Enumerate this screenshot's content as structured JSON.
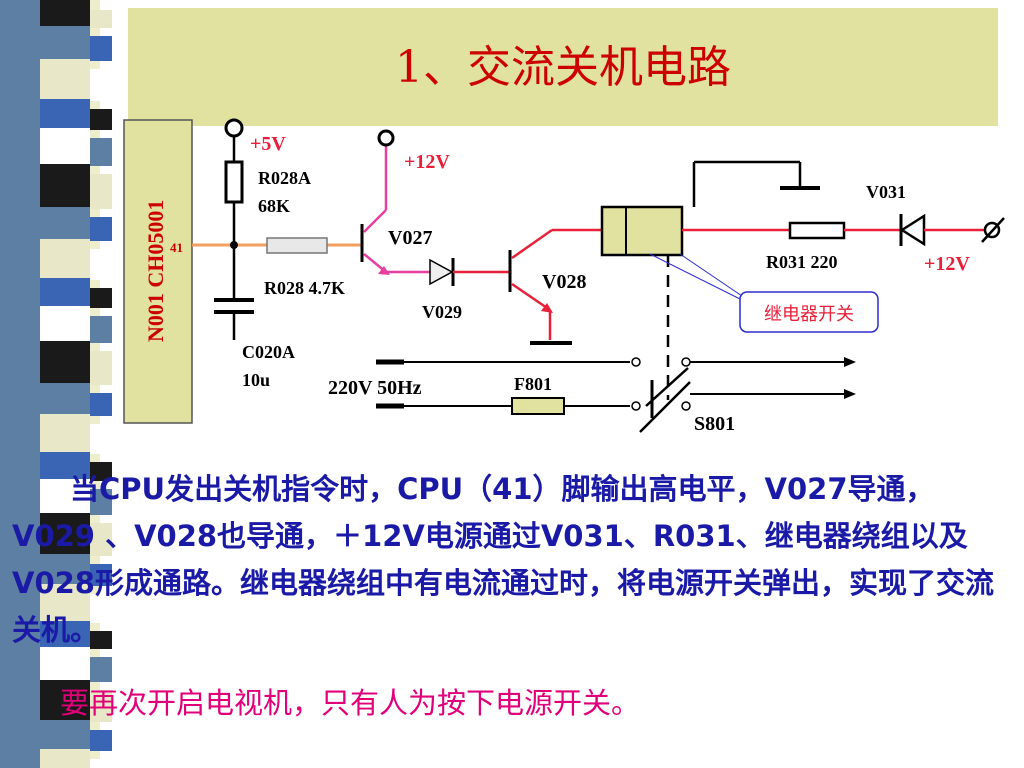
{
  "title": "1、交流关机电路",
  "chip_label": "N001  CH05001",
  "pin_label": "41",
  "components": {
    "plus5v": "+5V",
    "plus12v_top": "+12V",
    "r028a_name": "R028A",
    "r028a_value": "68K",
    "r028": "R028  4.7K",
    "v027": "V027",
    "v029": "V029",
    "v028": "V028",
    "c020a_name": "C020A",
    "c020a_value": "10u",
    "v031": "V031",
    "r031": "R031  220",
    "plus12v_right": "+12V",
    "relay_switch": "继电器开关",
    "mains": "220V   50Hz",
    "f801": "F801",
    "s801": "S801"
  },
  "description": "当CPU发出关机指令时，CPU（41）脚输出高电平，V027导通，V029 、V028也导通，＋12V电源通过V031、R031、继电器绕组以及V028形成通路。继电器绕组中有电流通过时，将电源开关弹出，实现了交流关机。",
  "note": "要再次开启电视机，只有人为按下电源开关。",
  "colors": {
    "title": "#cc0000",
    "title_band": "#e2e2a0",
    "description": "#1a1aa6",
    "note": "#e0007a",
    "wire_red": "#e8203a",
    "wire_pink": "#e83ea0",
    "wire_orange": "#f0a060",
    "relay_fill": "#e2e2a0",
    "chip_fill": "#e2e2a0"
  }
}
